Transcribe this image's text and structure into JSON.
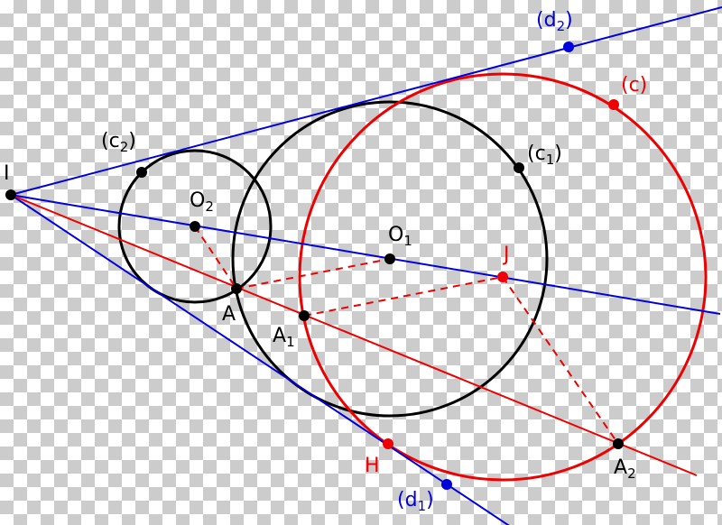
{
  "colors": {
    "black": "#000000",
    "blue": "#0000dd",
    "red": "#ee0000"
  },
  "labels": {
    "I": {
      "main": "I",
      "sub": ""
    },
    "c2": {
      "main": "(c",
      "sub": "2",
      "tail": ")"
    },
    "O2": {
      "main": "O",
      "sub": "2"
    },
    "A": {
      "main": "A",
      "sub": ""
    },
    "O1": {
      "main": "O",
      "sub": "1"
    },
    "c1": {
      "main": "(c",
      "sub": "1",
      "tail": ")"
    },
    "c": {
      "main": "(c)",
      "sub": ""
    },
    "J": {
      "main": "J",
      "sub": ""
    },
    "A1": {
      "main": "A",
      "sub": "1"
    },
    "A2": {
      "main": "A",
      "sub": "2"
    },
    "H": {
      "main": "H",
      "sub": ""
    },
    "d1": {
      "main": "(d",
      "sub": "1",
      "tail": ")"
    },
    "d2": {
      "main": "(d",
      "sub": "2",
      "tail": ")"
    }
  }
}
